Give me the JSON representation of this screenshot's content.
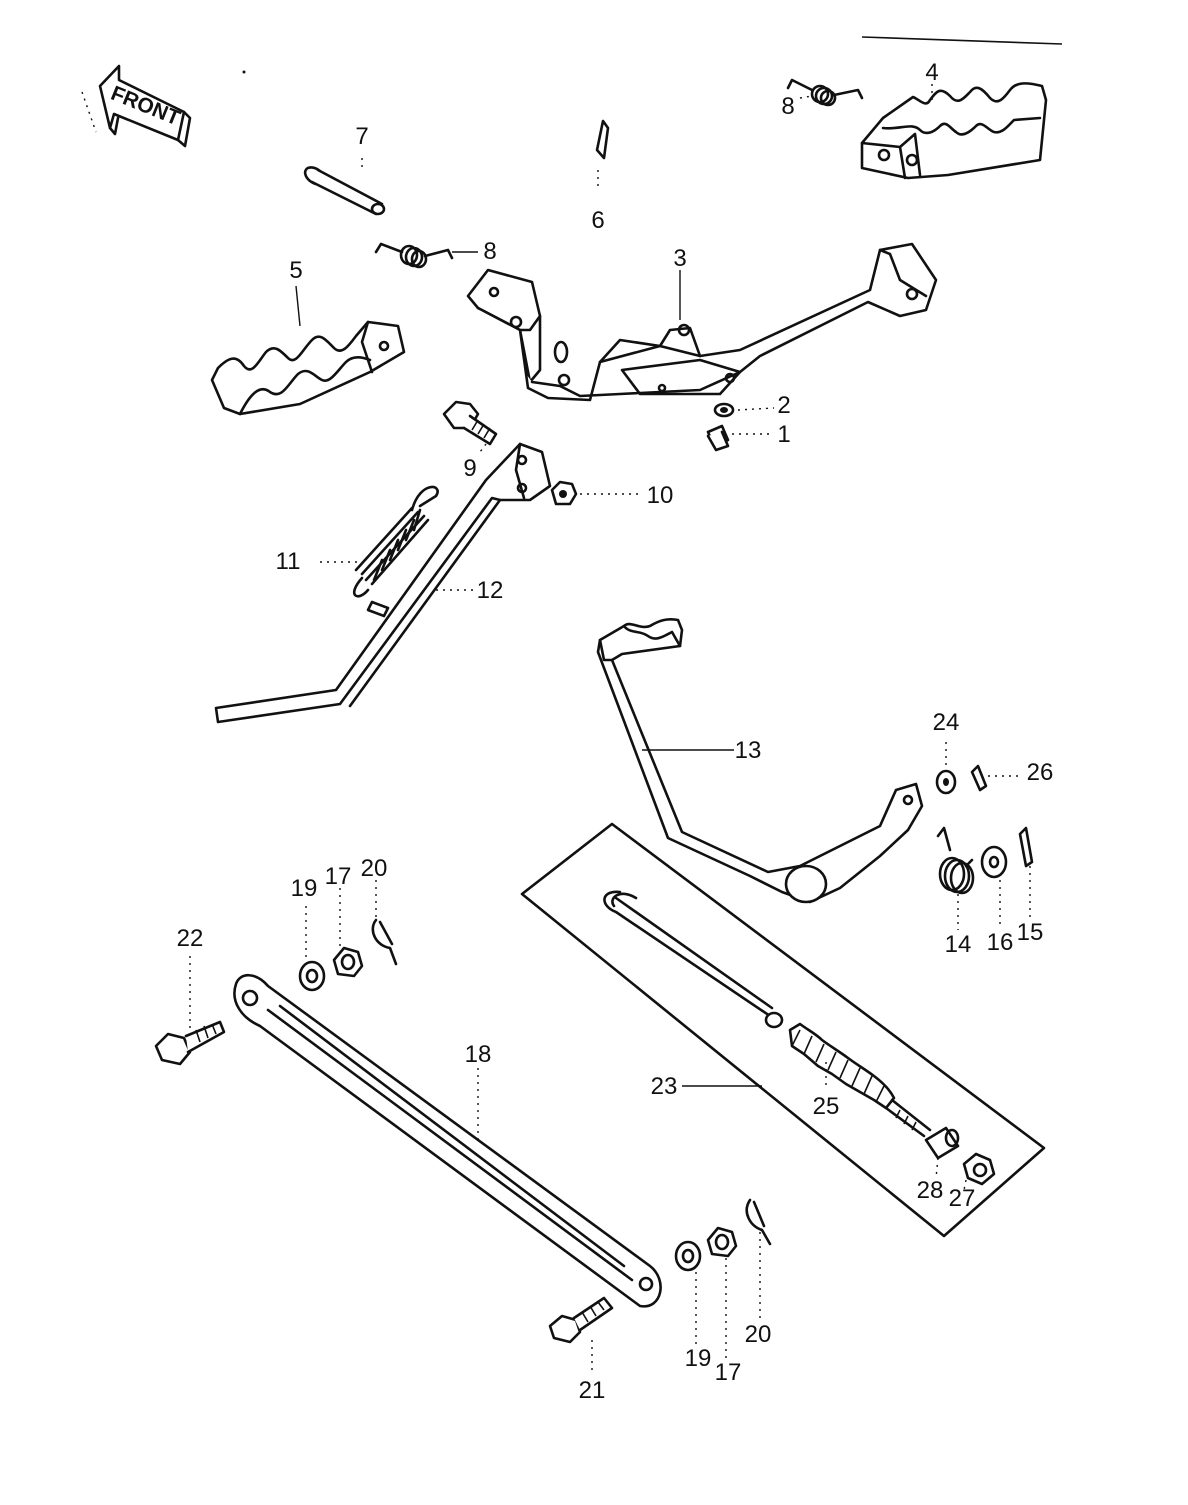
{
  "diagram": {
    "front_label": "FRONT",
    "callouts": {
      "c1": "1",
      "c2": "2",
      "c3": "3",
      "c4": "4",
      "c5": "5",
      "c6": "6",
      "c7": "7",
      "c8a": "8",
      "c8b": "8",
      "c9": "9",
      "c10": "10",
      "c11": "11",
      "c12": "12",
      "c13": "13",
      "c14": "14",
      "c15": "15",
      "c16": "16",
      "c17a": "17",
      "c17b": "17",
      "c18": "18",
      "c19a": "19",
      "c19b": "19",
      "c20a": "20",
      "c20b": "20",
      "c21": "21",
      "c22": "22",
      "c23": "23",
      "c24": "24",
      "c25": "25",
      "c26": "26",
      "c27": "27",
      "c28": "28"
    }
  }
}
